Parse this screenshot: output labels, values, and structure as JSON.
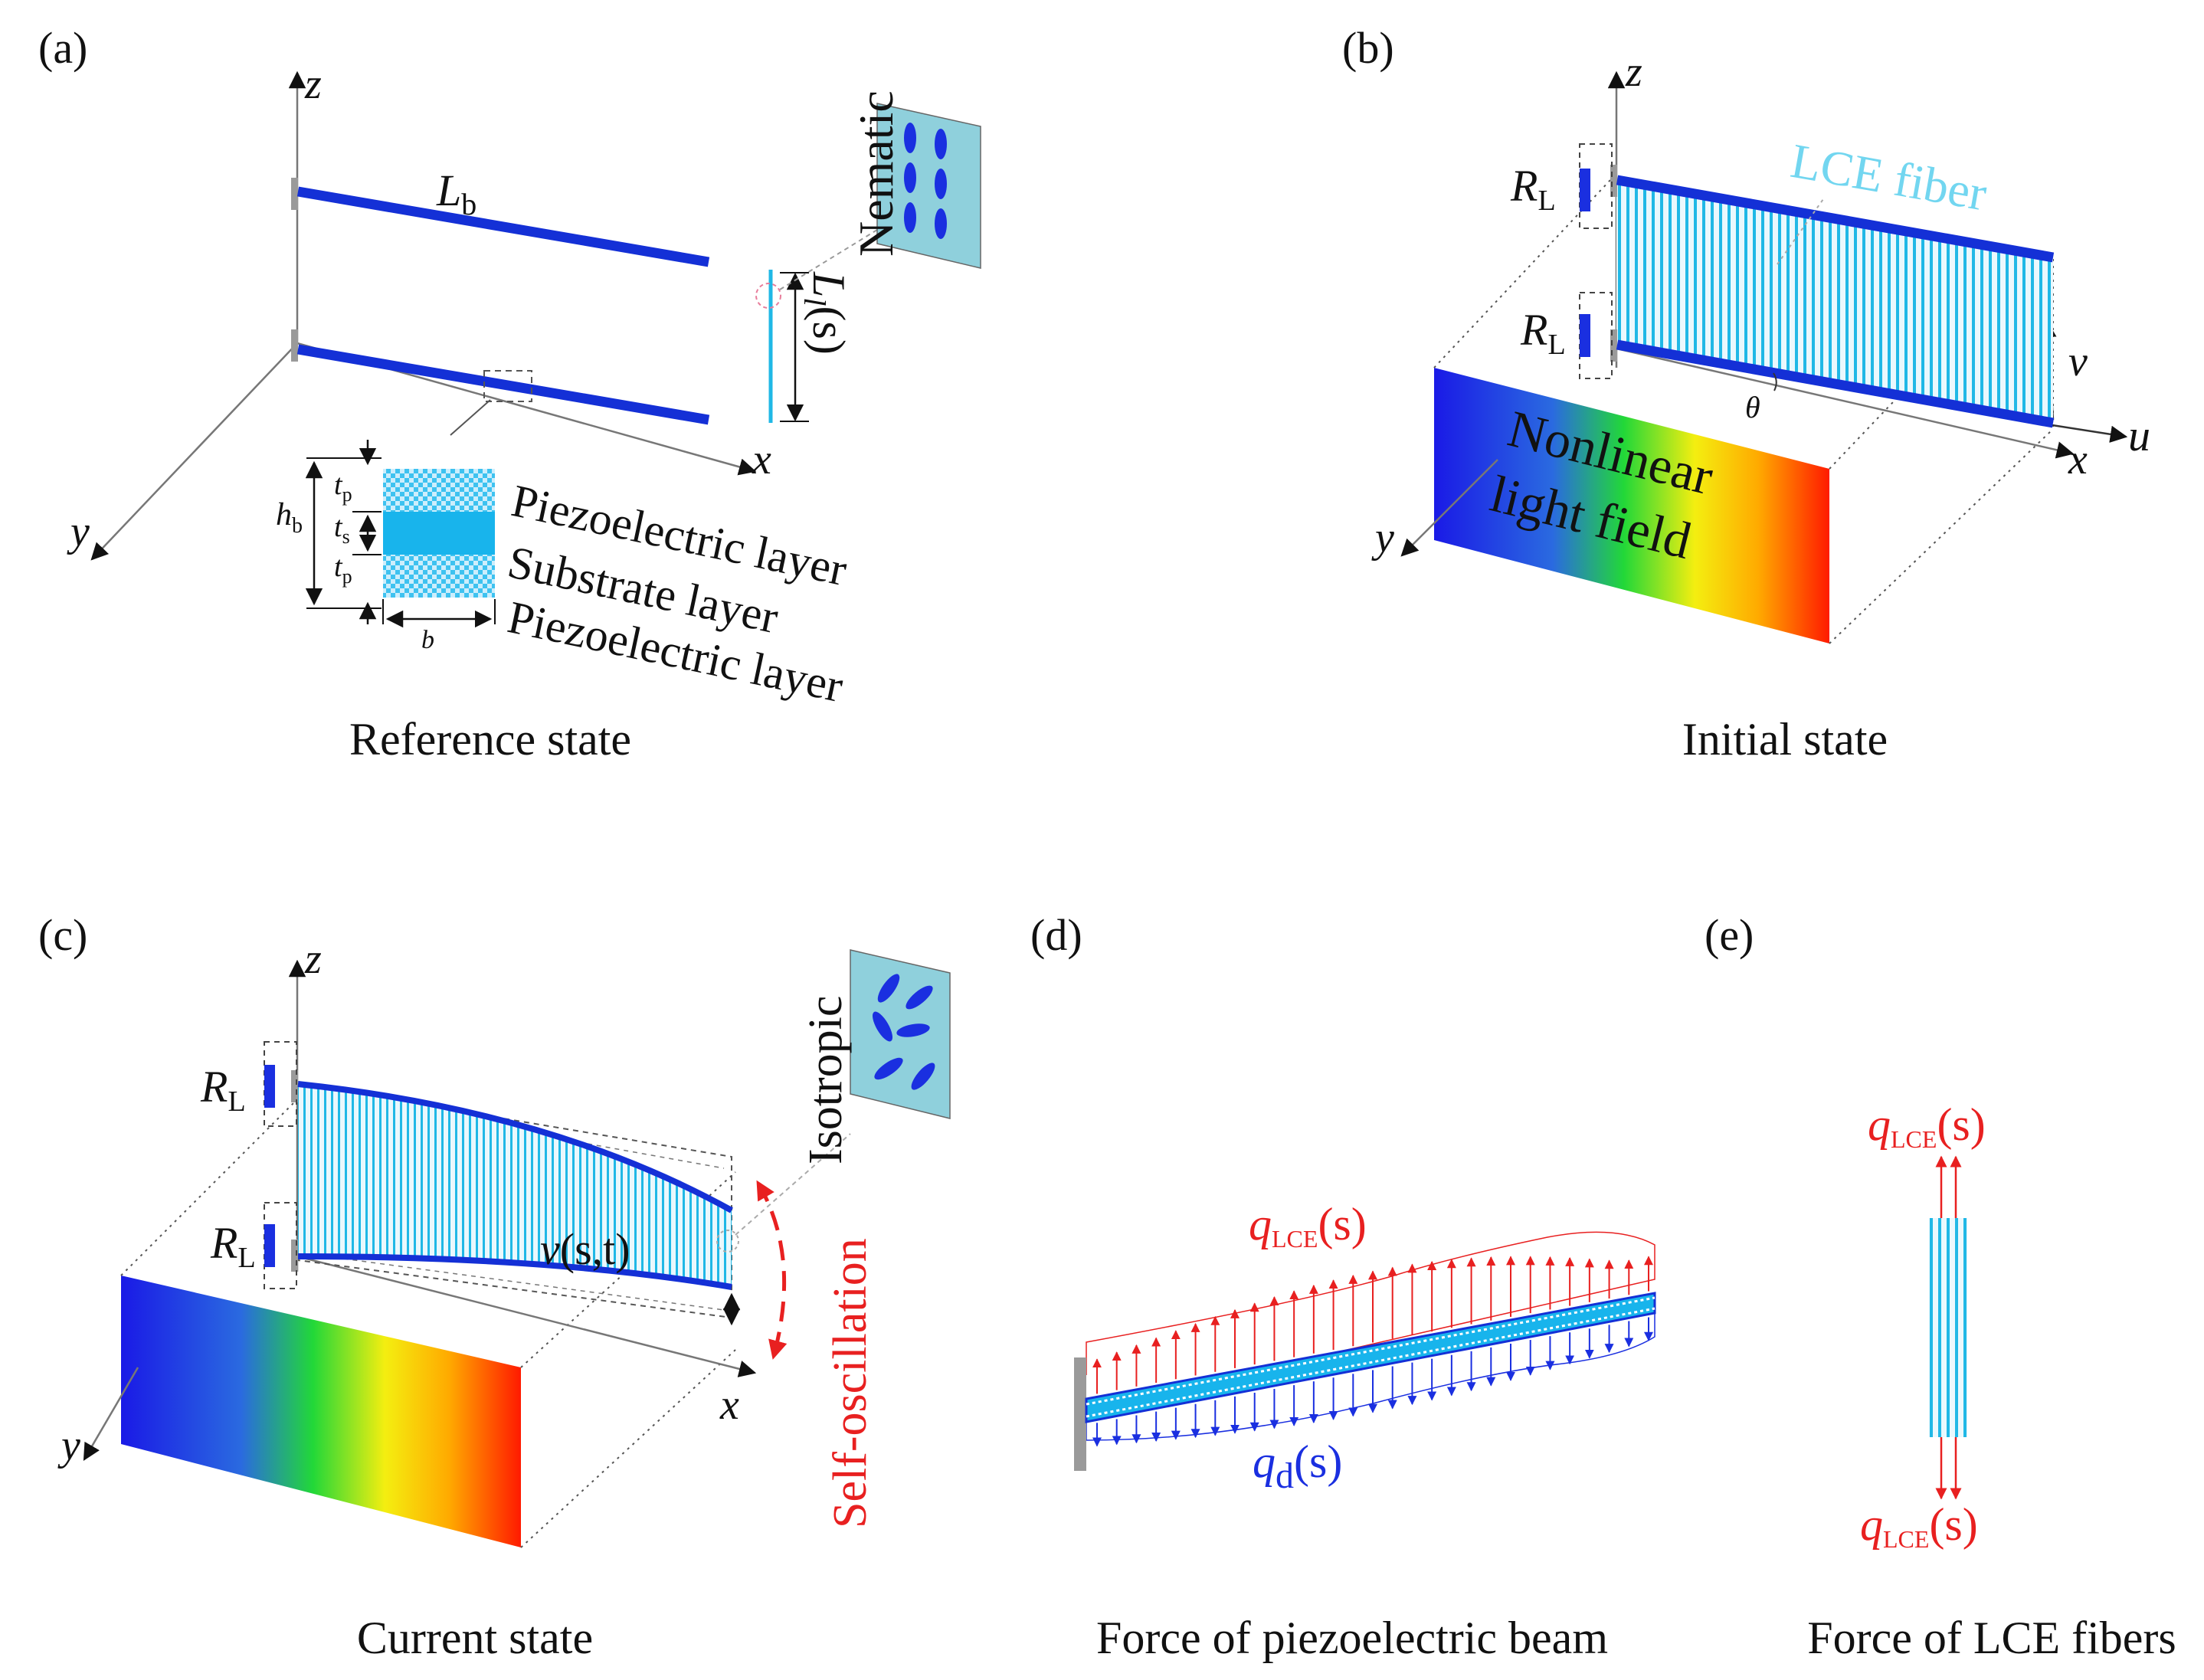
{
  "colors": {
    "beam": "#1430d6",
    "fiber": "#20b8e6",
    "fiber_bg": "#eaf8fd",
    "text": "#111111",
    "red": "#e82020",
    "blue": "#1a2fe0",
    "mount": "#9a9a9a",
    "film": "#8fd0dc",
    "cyan_label": "#72d6f0"
  },
  "panels": {
    "a": {
      "tag": "(a)",
      "caption": "Reference state",
      "axis_z": "z",
      "axis_x": "x",
      "axis_y": "y",
      "beam_length_main": "L",
      "beam_length_sub": "b",
      "fiber_length_main": "L",
      "fiber_length_sub": "l",
      "fiber_length_arg": "(s)",
      "inset_label": "Nematic",
      "cross_section": {
        "h_main": "h",
        "h_sub": "b",
        "tp_main": "t",
        "tp_sub": "p",
        "ts_main": "t",
        "ts_sub": "s",
        "width": "b",
        "layers": [
          "Piezoelectric layer",
          "Substrate layer",
          "Piezoelectric layer"
        ]
      }
    },
    "b": {
      "tag": "(b)",
      "caption": "Initial state",
      "axis_z": "z",
      "axis_x": "x",
      "axis_y": "y",
      "axis_u": "u",
      "axis_v": "v",
      "angle": "θ",
      "resistor_main": "R",
      "resistor_sub": "L",
      "fiber_label": "LCE fiber",
      "light_line1": "Nonlinear",
      "light_line2": "light field"
    },
    "c": {
      "tag": "(c)",
      "caption": "Current state",
      "axis_z": "z",
      "axis_x": "x",
      "axis_y": "y",
      "resistor_main": "R",
      "resistor_sub": "L",
      "deflection_main": "v",
      "deflection_arg": "(s,t)",
      "inset_label": "Isotropic",
      "oscillation_label": "Self-oscillation"
    },
    "d": {
      "tag": "(d)",
      "caption": "Force of piezoelectric beam",
      "q_main": "q",
      "lce_sub": "LCE",
      "arg": "(s)",
      "d_sub": "d"
    },
    "e": {
      "tag": "(e)",
      "caption": "Force of LCE fibers",
      "q_main": "q",
      "lce_sub": "LCE",
      "arg": "(s)"
    }
  }
}
